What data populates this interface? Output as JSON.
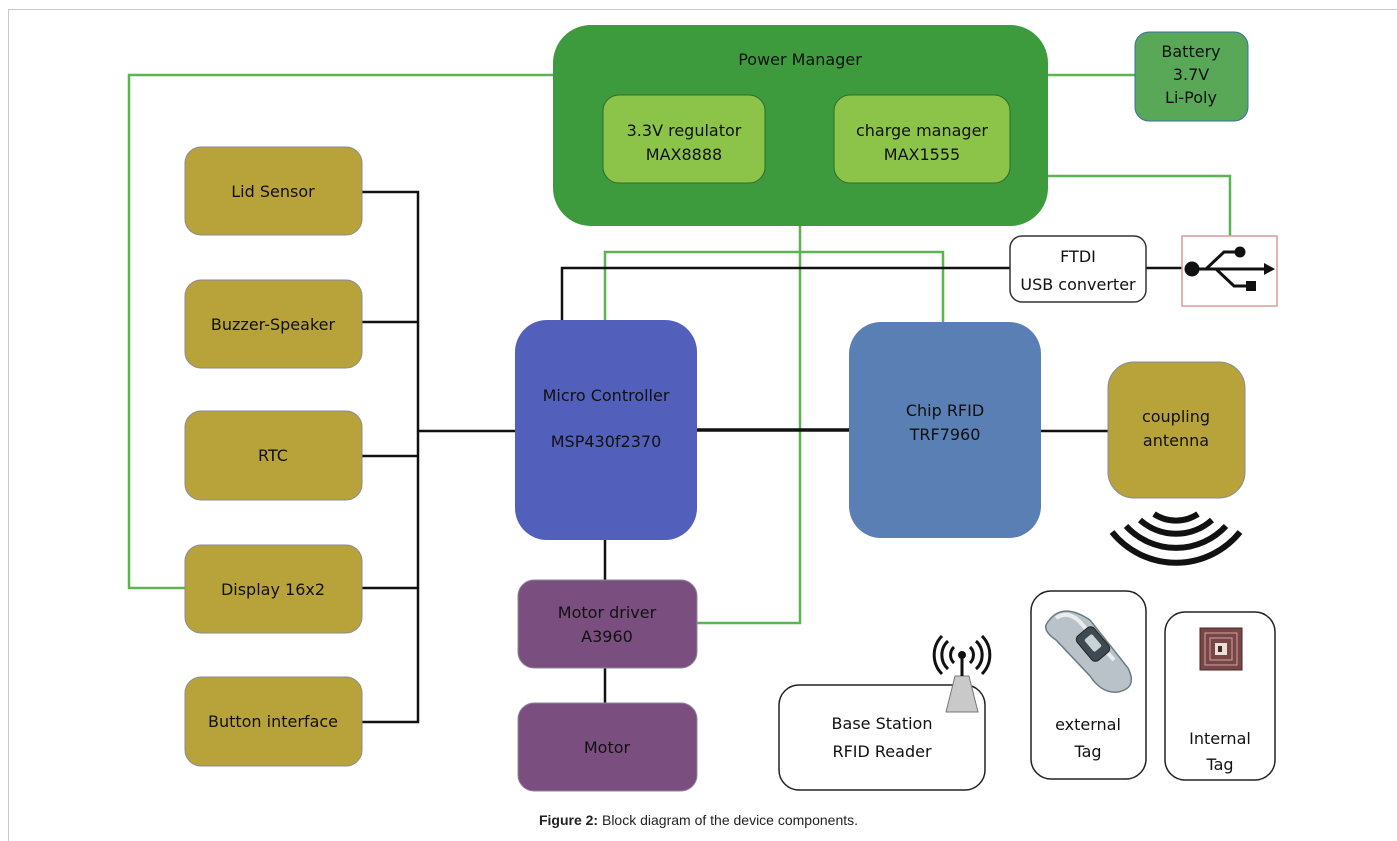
{
  "colors": {
    "power": "#3d9b3d",
    "power_inner": "#8cc44a",
    "battery": "#58a858",
    "peripheral": "#b8a33a",
    "mcu": "#5360bb",
    "rfid": "#5a7fb5",
    "motor": "#7a4f80",
    "green_wire": "#5ab452",
    "black_wire": "#111111",
    "usb_border": "#d99a9a"
  },
  "blocks": {
    "power_manager": {
      "title": "Power Manager"
    },
    "regulator": {
      "line1": "3.3V regulator",
      "line2": "MAX8888"
    },
    "charge_manager": {
      "line1": "charge manager",
      "line2": "MAX1555"
    },
    "battery": {
      "line1": "Battery",
      "line2": "3.7V",
      "line3": "Li-Poly"
    },
    "lid_sensor": {
      "label": "Lid Sensor"
    },
    "buzzer": {
      "label": "Buzzer-Speaker"
    },
    "rtc": {
      "label": "RTC"
    },
    "display": {
      "label": "Display 16x2"
    },
    "button_interface": {
      "label": "Button interface"
    },
    "micro_controller": {
      "line1": "Micro Controller",
      "line2": "MSP430f2370"
    },
    "chip_rfid": {
      "line1": "Chip RFID",
      "line2": "TRF7960"
    },
    "coupling_antenna": {
      "line1": "coupling",
      "line2": "antenna"
    },
    "ftdi": {
      "line1": "FTDI",
      "line2": "USB converter"
    },
    "motor_driver": {
      "line1": "Motor driver",
      "line2": "A3960"
    },
    "motor": {
      "label": "Motor"
    },
    "base_station": {
      "line1": "Base Station",
      "line2": "RFID Reader"
    },
    "external_tag": {
      "line1": "external",
      "line2": "Tag"
    },
    "internal_tag": {
      "line1": "Internal",
      "line2": "Tag"
    }
  },
  "caption": {
    "prefix": "Figure 2:",
    "text": "Block diagram of the device components."
  }
}
